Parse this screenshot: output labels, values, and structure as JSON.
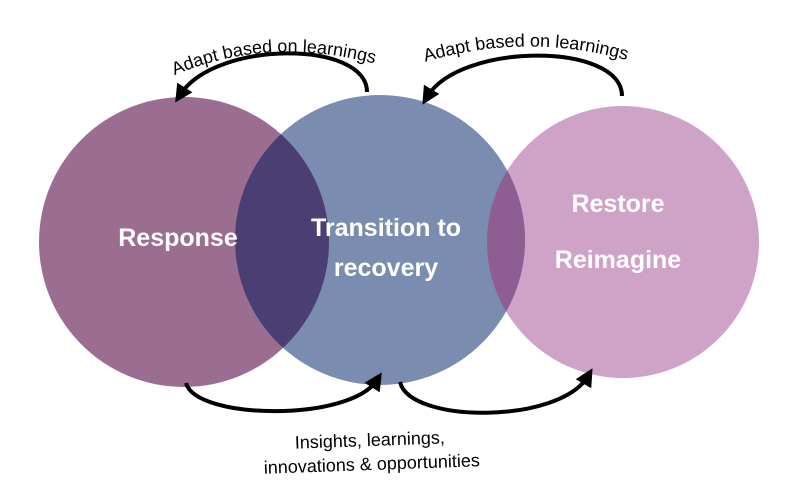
{
  "circles": {
    "response": {
      "label": "Response",
      "color": "#9B6E91"
    },
    "transition": {
      "label_line1": "Transition to",
      "label_line2": "recovery",
      "color": "#7A8CAF"
    },
    "restore": {
      "label_line1": "Restore",
      "label_line2": "Reimagine",
      "color": "#CFA2C8"
    }
  },
  "overlap_colors": {
    "left": "#4B3E72",
    "right": "#8E5E93"
  },
  "top_arrows": {
    "left_text": "Adapt based on learnings",
    "right_text": "Adapt based on learnings"
  },
  "bottom_caption": {
    "line1": "Insights, learnings,",
    "line2": "innovations & opportunities"
  }
}
